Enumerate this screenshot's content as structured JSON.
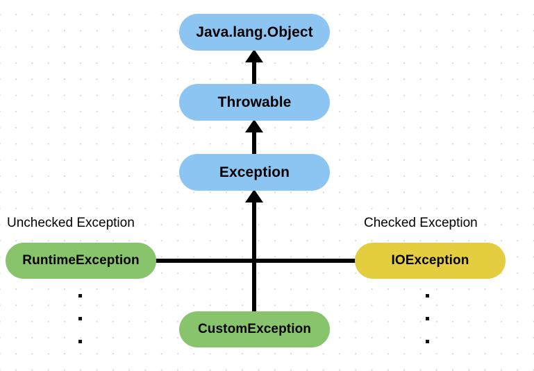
{
  "diagram": {
    "title": "Java Exception Hierarchy",
    "background": {
      "color": "#ffffff",
      "grid": "dot-grid",
      "grid_color": "#d7d7d9"
    },
    "palette": {
      "blue": "#8cc5f2",
      "green": "#88c46c",
      "yellow": "#e4cd3f",
      "connector": "#000000",
      "text": "#000000"
    },
    "nodes": [
      {
        "id": "object",
        "label": "Java.lang.Object",
        "color": "blue"
      },
      {
        "id": "throwable",
        "label": "Throwable",
        "color": "blue"
      },
      {
        "id": "exception",
        "label": "Exception",
        "color": "blue"
      },
      {
        "id": "runtime",
        "label": "RuntimeException",
        "color": "green"
      },
      {
        "id": "io",
        "label": "IOException",
        "color": "yellow"
      },
      {
        "id": "custom",
        "label": "CustomException",
        "color": "green"
      }
    ],
    "captions": [
      {
        "id": "unchecked",
        "text": "Unchecked Exception"
      },
      {
        "id": "checked",
        "text": "Checked Exception"
      }
    ],
    "edges": [
      {
        "id": "edge-throwable-object",
        "from": "Throwable",
        "to": "Java.lang.Object",
        "style": "arrow-up"
      },
      {
        "id": "edge-exception-throwable",
        "from": "Exception",
        "to": "Throwable",
        "style": "arrow-up"
      },
      {
        "id": "edge-custom-exception",
        "from": "CustomException",
        "to": "Exception",
        "style": "arrow-up"
      },
      {
        "id": "edge-runtime-io",
        "from": "RuntimeException",
        "to": "IOException",
        "style": "line"
      }
    ],
    "ellipsis": {
      "left_count": 3,
      "right_count": 3,
      "glyph": "."
    }
  }
}
